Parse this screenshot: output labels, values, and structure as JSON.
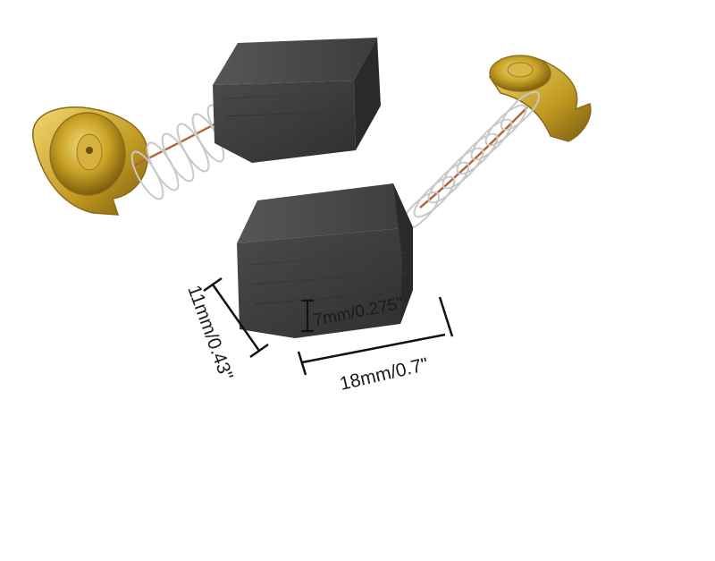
{
  "product_image": {
    "description_label": "",
    "dimensions": {
      "height_label": "11mm/0.43\"",
      "thickness_label": "7mm/0.275\"",
      "length_label": "18mm/0.7\""
    },
    "colors": {
      "carbon": "#3b3b3b",
      "carbon_top": "#4a4a4a",
      "carbon_side": "#2c2c2c",
      "brass": "#c9a227",
      "brass_light": "#e8c75a",
      "brass_dark": "#8f6f12",
      "spring": "#bdbdbd",
      "wire": "#b5643a",
      "dimension_line": "#111111"
    }
  }
}
